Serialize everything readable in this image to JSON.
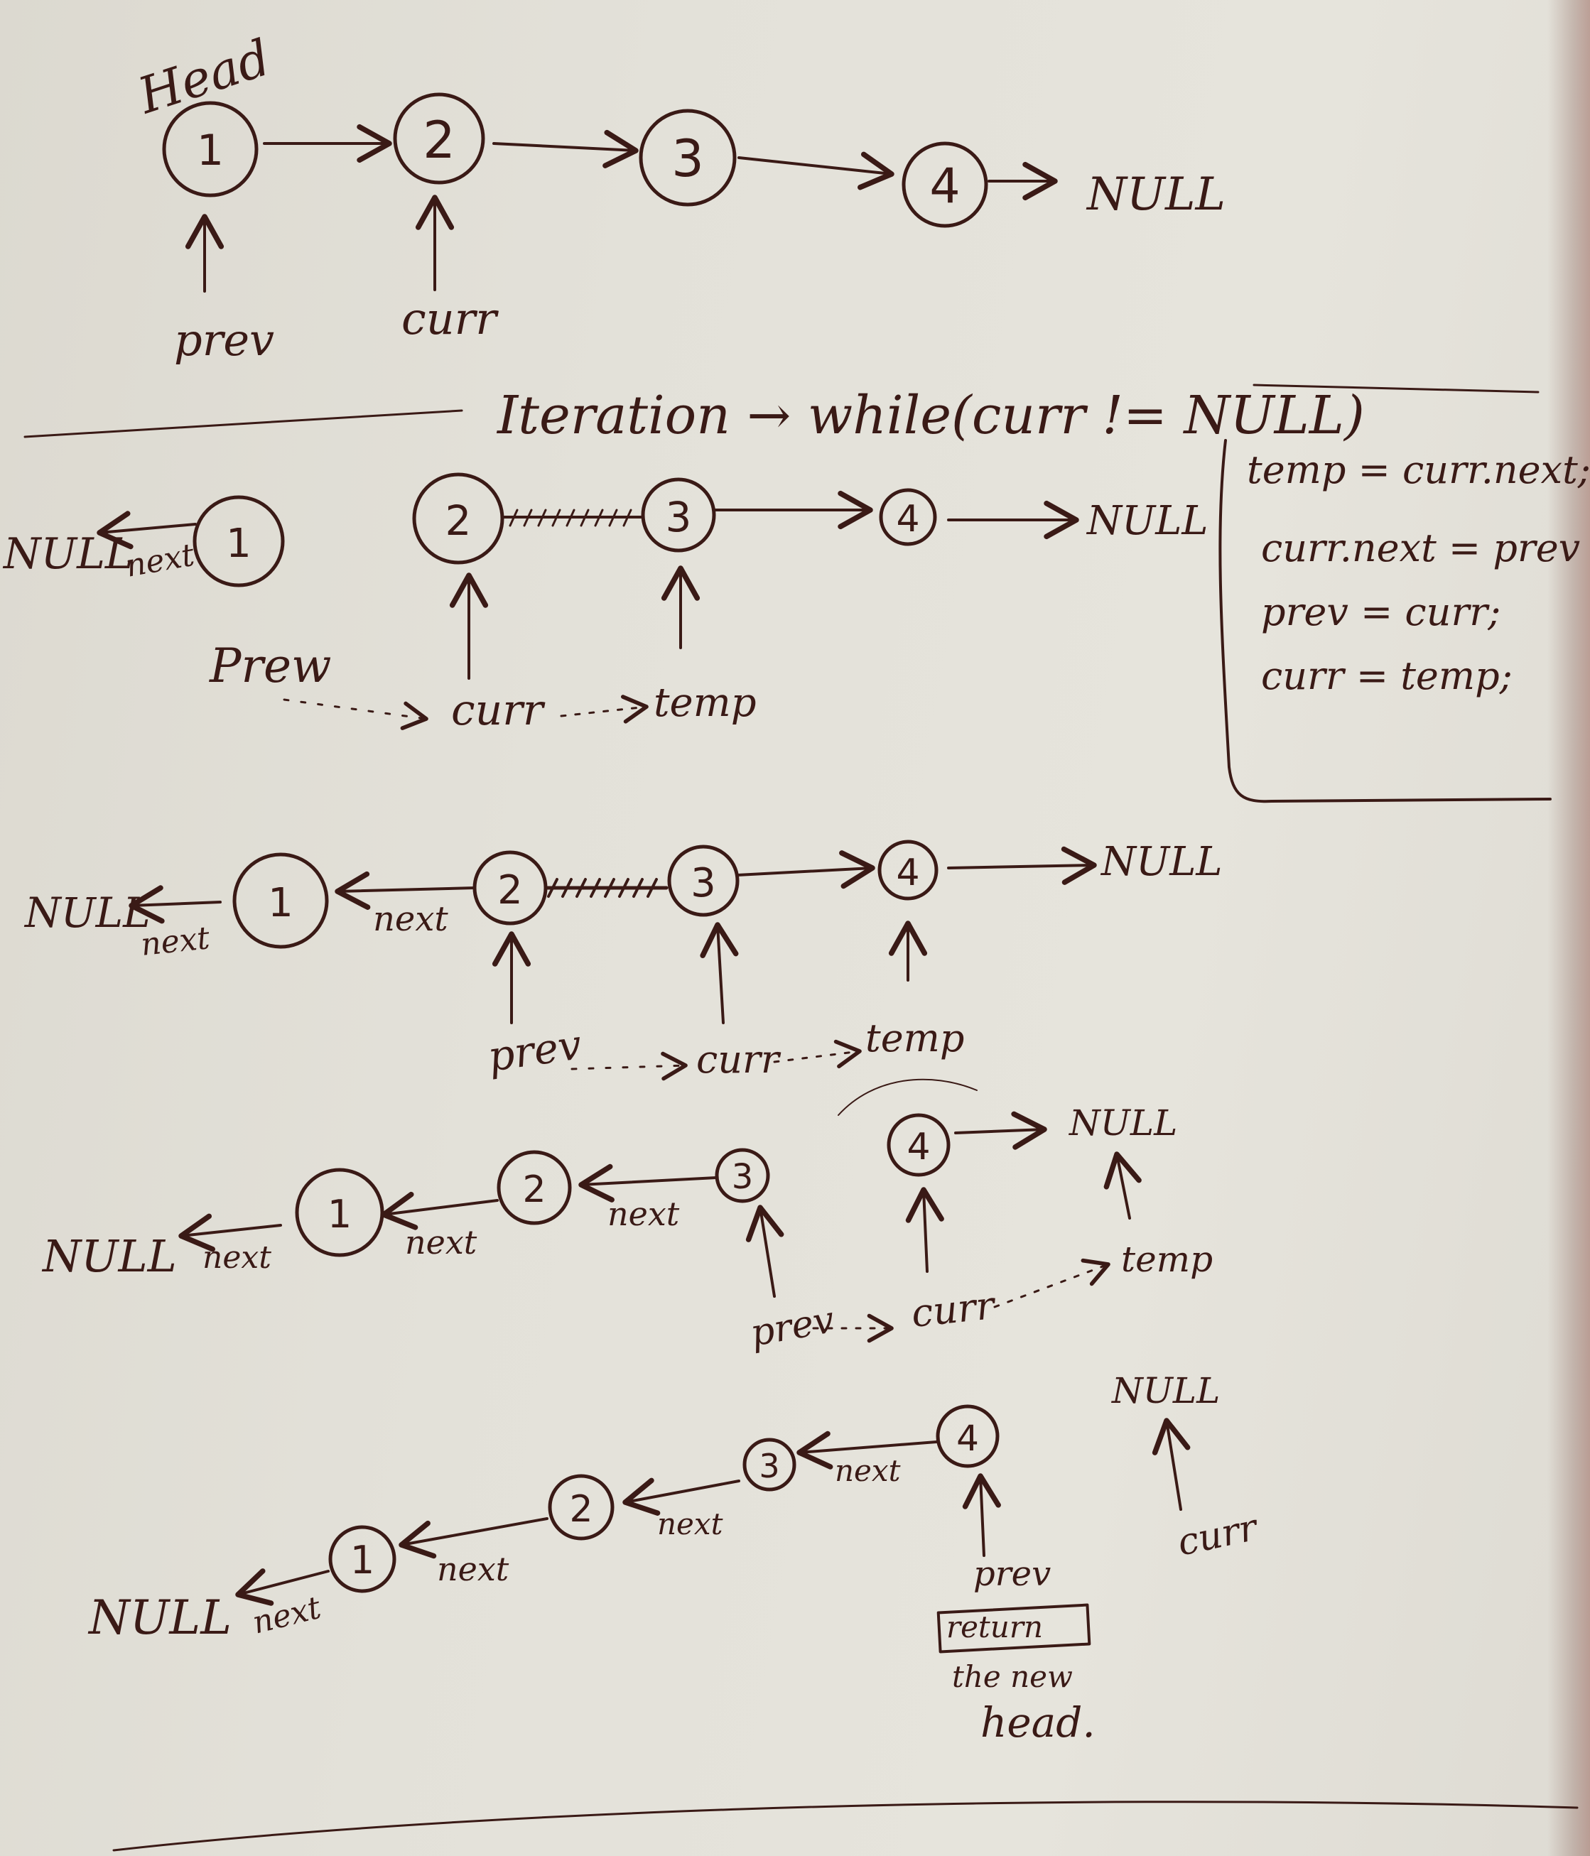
{
  "labels": {
    "head": "Head",
    "prev": "prev",
    "curr": "curr",
    "temp": "temp",
    "next": "next",
    "null": "NULL",
    "iteration": "Iteration → while(curr != NULL)",
    "prev_misspelled": "Prew",
    "return": "return",
    "the_new": "the new",
    "head_end": "head."
  },
  "code_box": {
    "lines": [
      "temp = curr.next;",
      "curr.next = prev",
      "prev = curr;",
      "curr = temp;"
    ]
  },
  "nodes": [
    "1",
    "2",
    "3",
    "4"
  ]
}
